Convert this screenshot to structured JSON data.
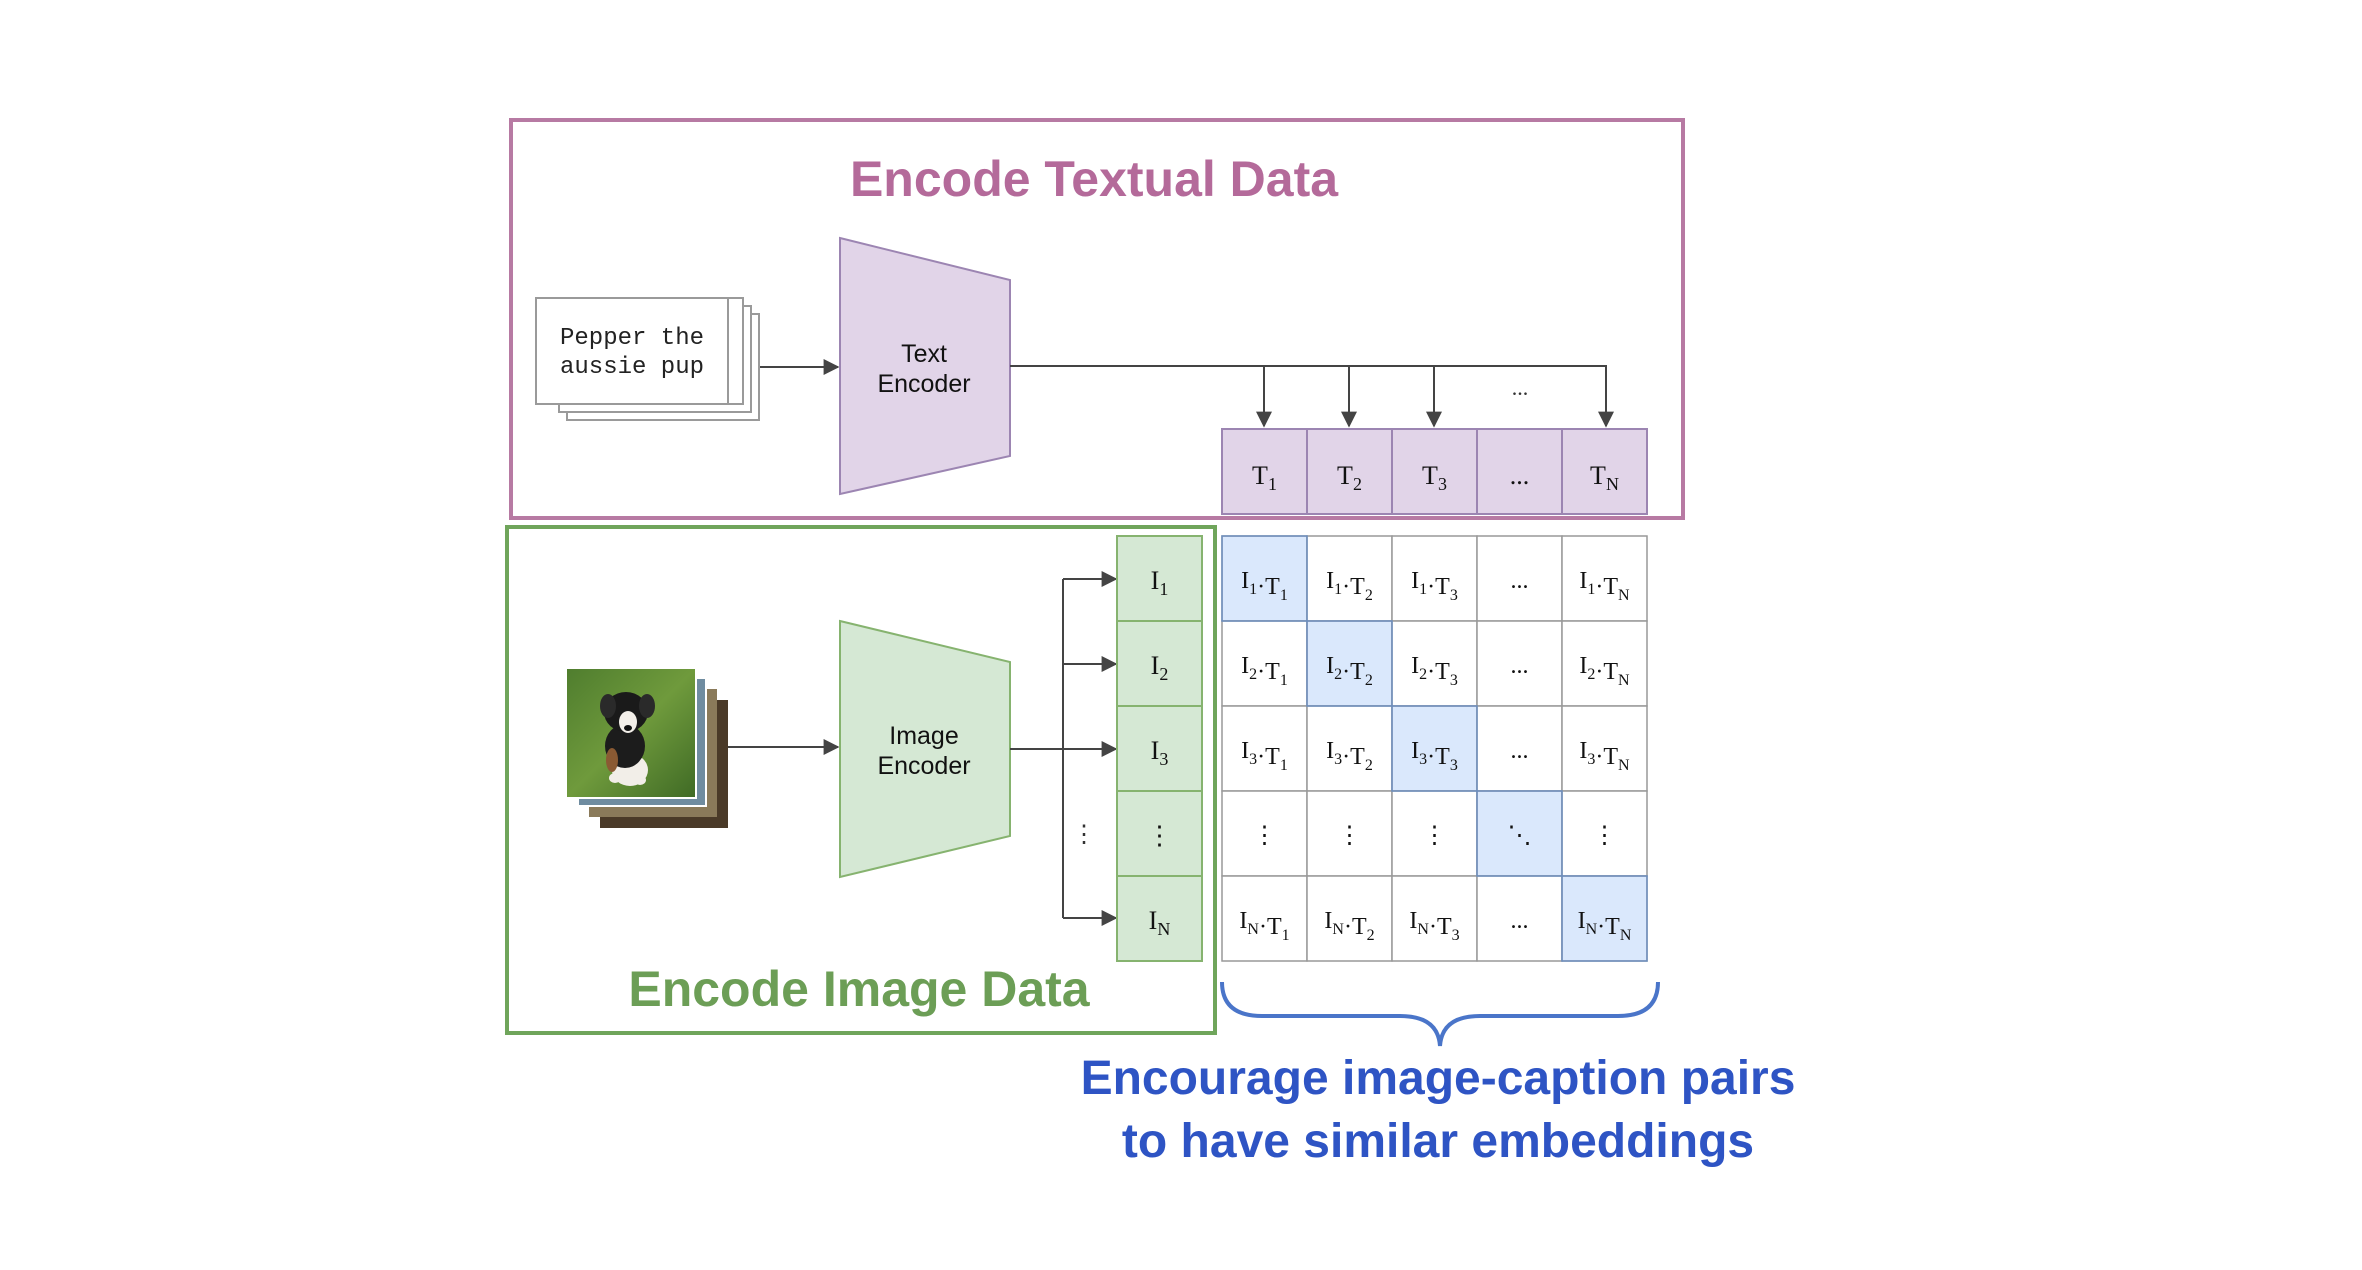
{
  "text_panel": {
    "title": "Encode Textual Data",
    "caption_line1": "Pepper the",
    "caption_line2": "aussie pup",
    "encoder_line1": "Text",
    "encoder_line2": "Encoder",
    "dots": "..."
  },
  "image_panel": {
    "title": "Encode Image Data",
    "encoder_line1": "Image",
    "encoder_line2": "Encoder",
    "vdots": "⋮"
  },
  "text_embeddings": [
    {
      "base": "T",
      "sub": "1"
    },
    {
      "base": "T",
      "sub": "2"
    },
    {
      "base": "T",
      "sub": "3"
    },
    {
      "base": "...",
      "sub": ""
    },
    {
      "base": "T",
      "sub": "N"
    }
  ],
  "image_embeddings": [
    {
      "base": "I",
      "sub": "1"
    },
    {
      "base": "I",
      "sub": "2"
    },
    {
      "base": "I",
      "sub": "3"
    },
    {
      "base": "⋮",
      "sub": ""
    },
    {
      "base": "I",
      "sub": "N"
    }
  ],
  "similarity_matrix": [
    [
      {
        "i": "1",
        "t": "1",
        "diag": true
      },
      {
        "i": "1",
        "t": "2"
      },
      {
        "i": "1",
        "t": "3"
      },
      {
        "text": "..."
      },
      {
        "i": "1",
        "t": "N"
      }
    ],
    [
      {
        "i": "2",
        "t": "1"
      },
      {
        "i": "2",
        "t": "2",
        "diag": true
      },
      {
        "i": "2",
        "t": "3"
      },
      {
        "text": "..."
      },
      {
        "i": "2",
        "t": "N"
      }
    ],
    [
      {
        "i": "3",
        "t": "1"
      },
      {
        "i": "3",
        "t": "2"
      },
      {
        "i": "3",
        "t": "3",
        "diag": true
      },
      {
        "text": "..."
      },
      {
        "i": "3",
        "t": "N"
      }
    ],
    [
      {
        "text": "⋮"
      },
      {
        "text": "⋮"
      },
      {
        "text": "⋮"
      },
      {
        "text": "⋱",
        "diag": true
      },
      {
        "text": "⋮"
      }
    ],
    [
      {
        "i": "N",
        "t": "1"
      },
      {
        "i": "N",
        "t": "2"
      },
      {
        "i": "N",
        "t": "3"
      },
      {
        "text": "..."
      },
      {
        "i": "N",
        "t": "N",
        "diag": true
      }
    ]
  ],
  "bottom_caption": {
    "line1": "Encourage image-caption pairs",
    "line2": "to have similar embeddings"
  },
  "colors": {
    "text_border": "#b77aa3",
    "text_title": "#b46a9a",
    "text_fill": "#e1d4e8",
    "text_stroke": "#9c85b2",
    "image_border": "#6fa55b",
    "image_title": "#6c9e56",
    "image_fill": "#d5e8d4",
    "image_stroke": "#86b36f",
    "diag_fill": "#dae8fc",
    "diag_stroke": "#6c8ebf",
    "caption_blue": "#2e54c4",
    "brace_blue": "#4a75c9",
    "arrow": "#444444",
    "cell_stroke": "#999999"
  }
}
